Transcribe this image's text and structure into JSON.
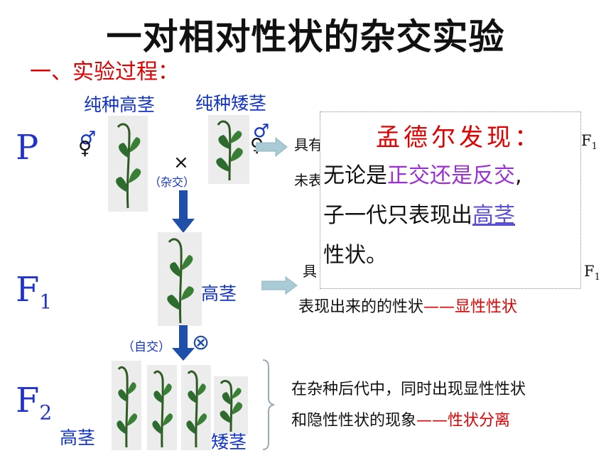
{
  "title": "一对相对性状的杂交实验",
  "section_heading": "一、实验过程：",
  "parents": {
    "tall_label": "纯种高茎",
    "short_label": "纯种矮茎",
    "cross_symbol": "×",
    "cross_label": "（杂交）"
  },
  "generations": {
    "p": "P",
    "f1_letter": "F",
    "f1_sub": "1",
    "f2_letter": "F",
    "f2_sub": "2"
  },
  "symbols": {
    "male_female_left": "♂",
    "female_left": "♀",
    "male_right": "♂",
    "female_right": "♀",
    "selfing": "⊗"
  },
  "f1": {
    "label": "高茎",
    "selfing_label": "（自交）"
  },
  "f2": {
    "tall_label": "高茎",
    "short_label": "矮茎"
  },
  "notes": {
    "p_note_line1": "具有",
    "p_note_line2": "未表",
    "p_note_f1": "F",
    "p_note_f1_sub": "1",
    "f1_note_prefix": "具",
    "f1_note_f1": "F",
    "f1_note_f1_sub": "1",
    "dominant_prefix": "表现出来的的性状",
    "dominant_term": "——显性性状",
    "segregation_line1": "在杂种后代中，同时出现显性性状",
    "segregation_line2_prefix": "和隐性性状的现象",
    "segregation_term": "——性状分离"
  },
  "callout": {
    "heading": "孟德尔发现：",
    "line1_prefix": "无论是",
    "line1_highlight": "正交还是反交",
    "line1_suffix": ",",
    "line2_prefix": "子一代只表现出",
    "line2_highlight": "高茎",
    "line3": "性状。"
  },
  "colors": {
    "title": "#111111",
    "red": "#e00000",
    "blue": "#1233cc",
    "purple": "#9b2fd3",
    "link": "#5a4fd6",
    "arrow": "#1f4fa8",
    "note_arrow": "#a9cbd6"
  }
}
